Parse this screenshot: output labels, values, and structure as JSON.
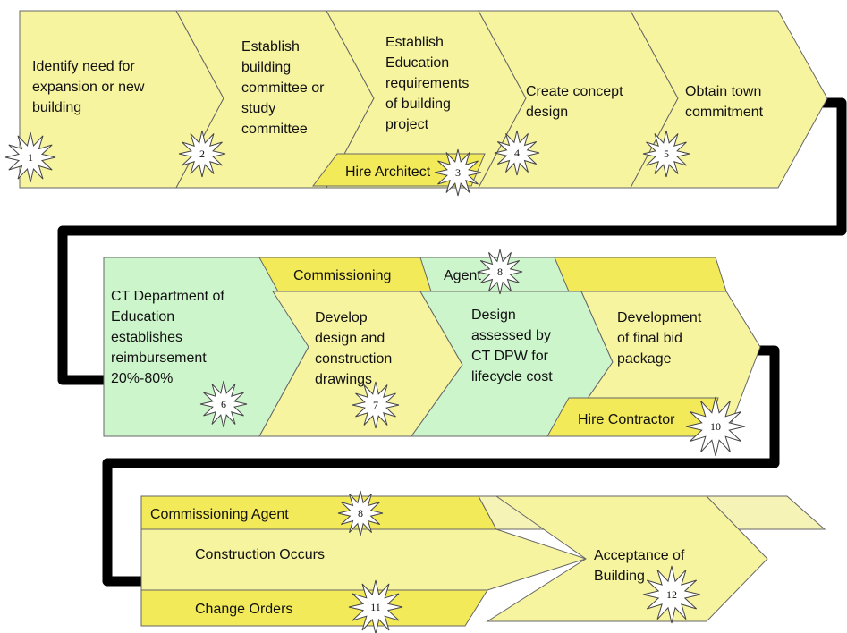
{
  "colors": {
    "chevron_yellow": "#f7f4a0",
    "chevron_yellow_dark": "#f3ea5a",
    "chevron_green": "#cdf5cc",
    "band_light": "#f6f3b7",
    "connector": "#000000",
    "star_fill": "#ffffff"
  },
  "steps": [
    {
      "num": "1",
      "lines": [
        "Identify need for",
        "expansion or new",
        "building"
      ]
    },
    {
      "num": "2",
      "lines": [
        "Establish",
        "building",
        "committee or",
        "study",
        "committee"
      ]
    },
    {
      "num": "3",
      "lines": [
        "Establish",
        "Education",
        "requirements",
        "of building",
        "project"
      ]
    },
    {
      "num": "4",
      "lines": [
        "Create concept",
        "design"
      ]
    },
    {
      "num": "5",
      "lines": [
        "Obtain town",
        "commitment"
      ]
    },
    {
      "num": "6",
      "lines": [
        "CT Department of",
        "Education",
        "establishes",
        "reimbursement",
        "20%-80%"
      ]
    },
    {
      "num": "7",
      "lines": [
        "Develop",
        "design and",
        "construction",
        "drawings"
      ]
    },
    {
      "num": "8",
      "lines": []
    },
    {
      "num": "",
      "lines": [
        "Design",
        "assessed by",
        "CT DPW for",
        "lifecycle cost"
      ]
    },
    {
      "num": "",
      "lines": [
        "Development",
        "of final bid",
        "package"
      ]
    },
    {
      "num": "10",
      "lines": []
    },
    {
      "num": "",
      "lines": [
        "Construction Occurs"
      ]
    },
    {
      "num": "11",
      "lines": []
    },
    {
      "num": "12",
      "lines": [
        "Acceptance of",
        "Building"
      ]
    }
  ],
  "bands": {
    "hire_architect": "Hire Architect",
    "commissioning_agent_row2": "Commissioning",
    "commissioning_agent_row2_b": "Agent",
    "hire_contractor": "Hire Contractor",
    "commissioning_agent_row3": "Commissioning Agent",
    "change_orders": "Change Orders",
    "star8_row3": "8"
  }
}
